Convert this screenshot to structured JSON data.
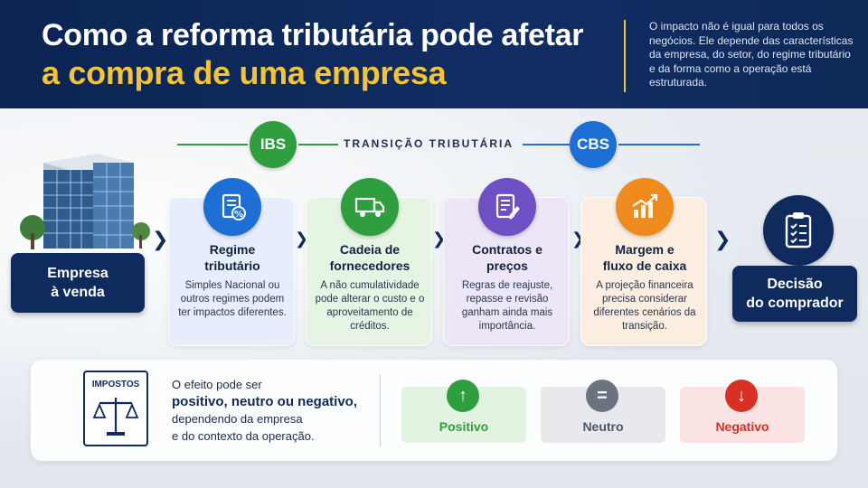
{
  "header": {
    "title_line1": "Como a reforma tributária pode afetar",
    "title_line2": "a compra de uma empresa",
    "description": "O impacto não é igual para todos os negócios. Ele depende das características da empresa, do setor, do regime tributário e da forma como a operação está estruturada."
  },
  "transition": {
    "label": "TRANSIÇÃO TRIBUTÁRIA",
    "badge_left": "IBS",
    "badge_right": "CBS",
    "badge_left_color": "#2e9e3f",
    "badge_right_color": "#1d6fd6"
  },
  "start": {
    "label_line1": "Empresa",
    "label_line2": "à venda"
  },
  "cards": [
    {
      "title_line1": "Regime",
      "title_line2": "tributário",
      "text": "Simples Nacional ou outros regimes podem ter impactos diferentes.",
      "icon": "document-percent-icon",
      "icon_color": "#1d6fd6",
      "bg": "#e6eefb"
    },
    {
      "title_line1": "Cadeia de",
      "title_line2": "fornecedores",
      "text": "A não cumulatividade pode alterar o custo e o aproveitamento de créditos.",
      "icon": "truck-icon",
      "icon_color": "#2e9e3f",
      "bg": "#e6f4e4"
    },
    {
      "title_line1": "Contratos e",
      "title_line2": "preços",
      "text": "Regras de reajuste, repasse e revisão ganham ainda mais importância.",
      "icon": "contract-pen-icon",
      "icon_color": "#6f4fc4",
      "bg": "#ece6f6"
    },
    {
      "title_line1": "Margem e",
      "title_line2": "fluxo de caixa",
      "text": "A projeção financeira precisa considerar diferentes cenários da transição.",
      "icon": "chart-growth-icon",
      "icon_color": "#ef8a1c",
      "bg": "#fbeee0"
    }
  ],
  "end": {
    "label_line1": "Decisão",
    "label_line2": "do comprador"
  },
  "bottom": {
    "doc_label": "IMPOSTOS",
    "effect_line1": "O efeito pode ser",
    "effect_strong": "positivo, neutro ou negativo,",
    "effect_line3": "dependendo da empresa",
    "effect_line4": "e do contexto da operação.",
    "outcomes": [
      {
        "label": "Positivo",
        "symbol": "↑",
        "color": "#2e9e3f",
        "bg": "#e3f3e1"
      },
      {
        "label": "Neutro",
        "symbol": "=",
        "color": "#6b7280",
        "bg": "#e7e9ed"
      },
      {
        "label": "Negativo",
        "symbol": "↓",
        "color": "#d93025",
        "bg": "#fbe3e3"
      }
    ]
  }
}
